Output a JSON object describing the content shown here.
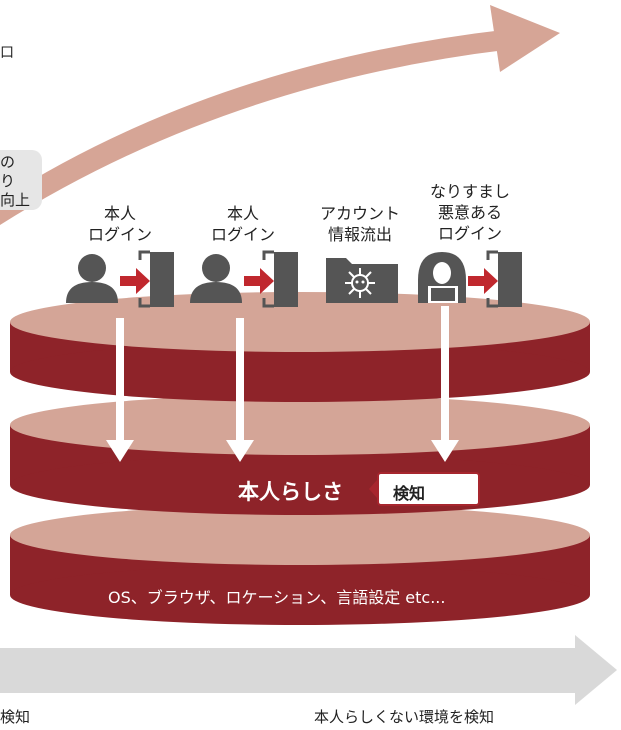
{
  "top_cut_text": "口",
  "callout": {
    "lines": [
      "の",
      "り",
      "向上"
    ]
  },
  "login_labels": [
    {
      "text": "本人\nログイン"
    },
    {
      "text": "本人\nログイン"
    },
    {
      "text": "アカウント\n情報流出"
    },
    {
      "text": "なりすまし\n悪意ある\nログイン"
    }
  ],
  "layer_middle_label": "本人らしさ",
  "detect_label": "検知",
  "layer_bottom_label": "OS、ブラウザ、ロケーション、言語設定 etc...",
  "axis": {
    "left_label": "検知",
    "right_label": "本人らしくない環境を検知"
  },
  "colors": {
    "disc_top": "#d4a597",
    "disc_side": "#8e2329",
    "arrow_top": "#d6a596",
    "arrow_bottom": "#d9d9d9",
    "icon": "#555555",
    "accent_red": "#c0282e"
  }
}
